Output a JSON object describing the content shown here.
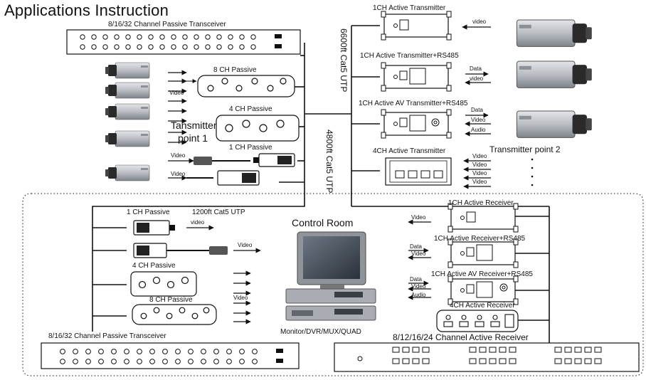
{
  "title": "Applications Instruction",
  "labels": {
    "top_transceiver": "8/16/32 Channel Passive Transceiver",
    "bottom_transceiver": "8/16/32 Channel Passive Transceiver",
    "p8_top": "8 CH Passive",
    "p4_top": "4 CH Passive",
    "p1_top": "1 CH Passive",
    "tx_point1_a": "Tansmitter",
    "tx_point1_b": "point 1",
    "cable_6600": "6600ft Cat5 UTP",
    "cable_4800": "4800ft Cat5 UTP",
    "act_tx1": "1CH Active Transmitter",
    "act_tx_rs485": "1CH Active Transmitter+RS485",
    "act_av_tx": "1CH Active AV Transmitter+RS485",
    "act_4ch_tx": "4CH Active Transmitter",
    "tx_point2": "Transmitter point 2",
    "control_room": "Control Room",
    "monitor_caption": "Monitor/DVR/MUX/QUAD",
    "p1_bottom": "1 CH Passive",
    "cable_1200": "1200ft Cat5 UTP",
    "p4_bottom": "4 CH Passive",
    "p8_bottom": "8 CH Passive",
    "act_rx1": "1CH Active Receiver",
    "act_rx_rs485": "1CH Active Receiver+RS485",
    "act_av_rx": "1CH Active AV Receiver+RS485",
    "act_4ch_rx": "4CH Active Receiver",
    "active_rx_rack": "8/12/16/24 Channel Active Receiver",
    "video": "Video",
    "video_lc": "video",
    "data": "Data",
    "audio": "Audio"
  },
  "colors": {
    "line": "#111111",
    "camera_body": "#b9bcc2",
    "camera_dark": "#2a2a2a",
    "device_fill": "#ffffff",
    "monitor_frame": "#8f949b",
    "monitor_screen": "#3e4650",
    "dvr": "#a9adb3"
  },
  "icons": [
    "camera-icon",
    "monitor-icon",
    "dvr-icon",
    "balun-icon",
    "transceiver-icon",
    "arrow-icon"
  ]
}
